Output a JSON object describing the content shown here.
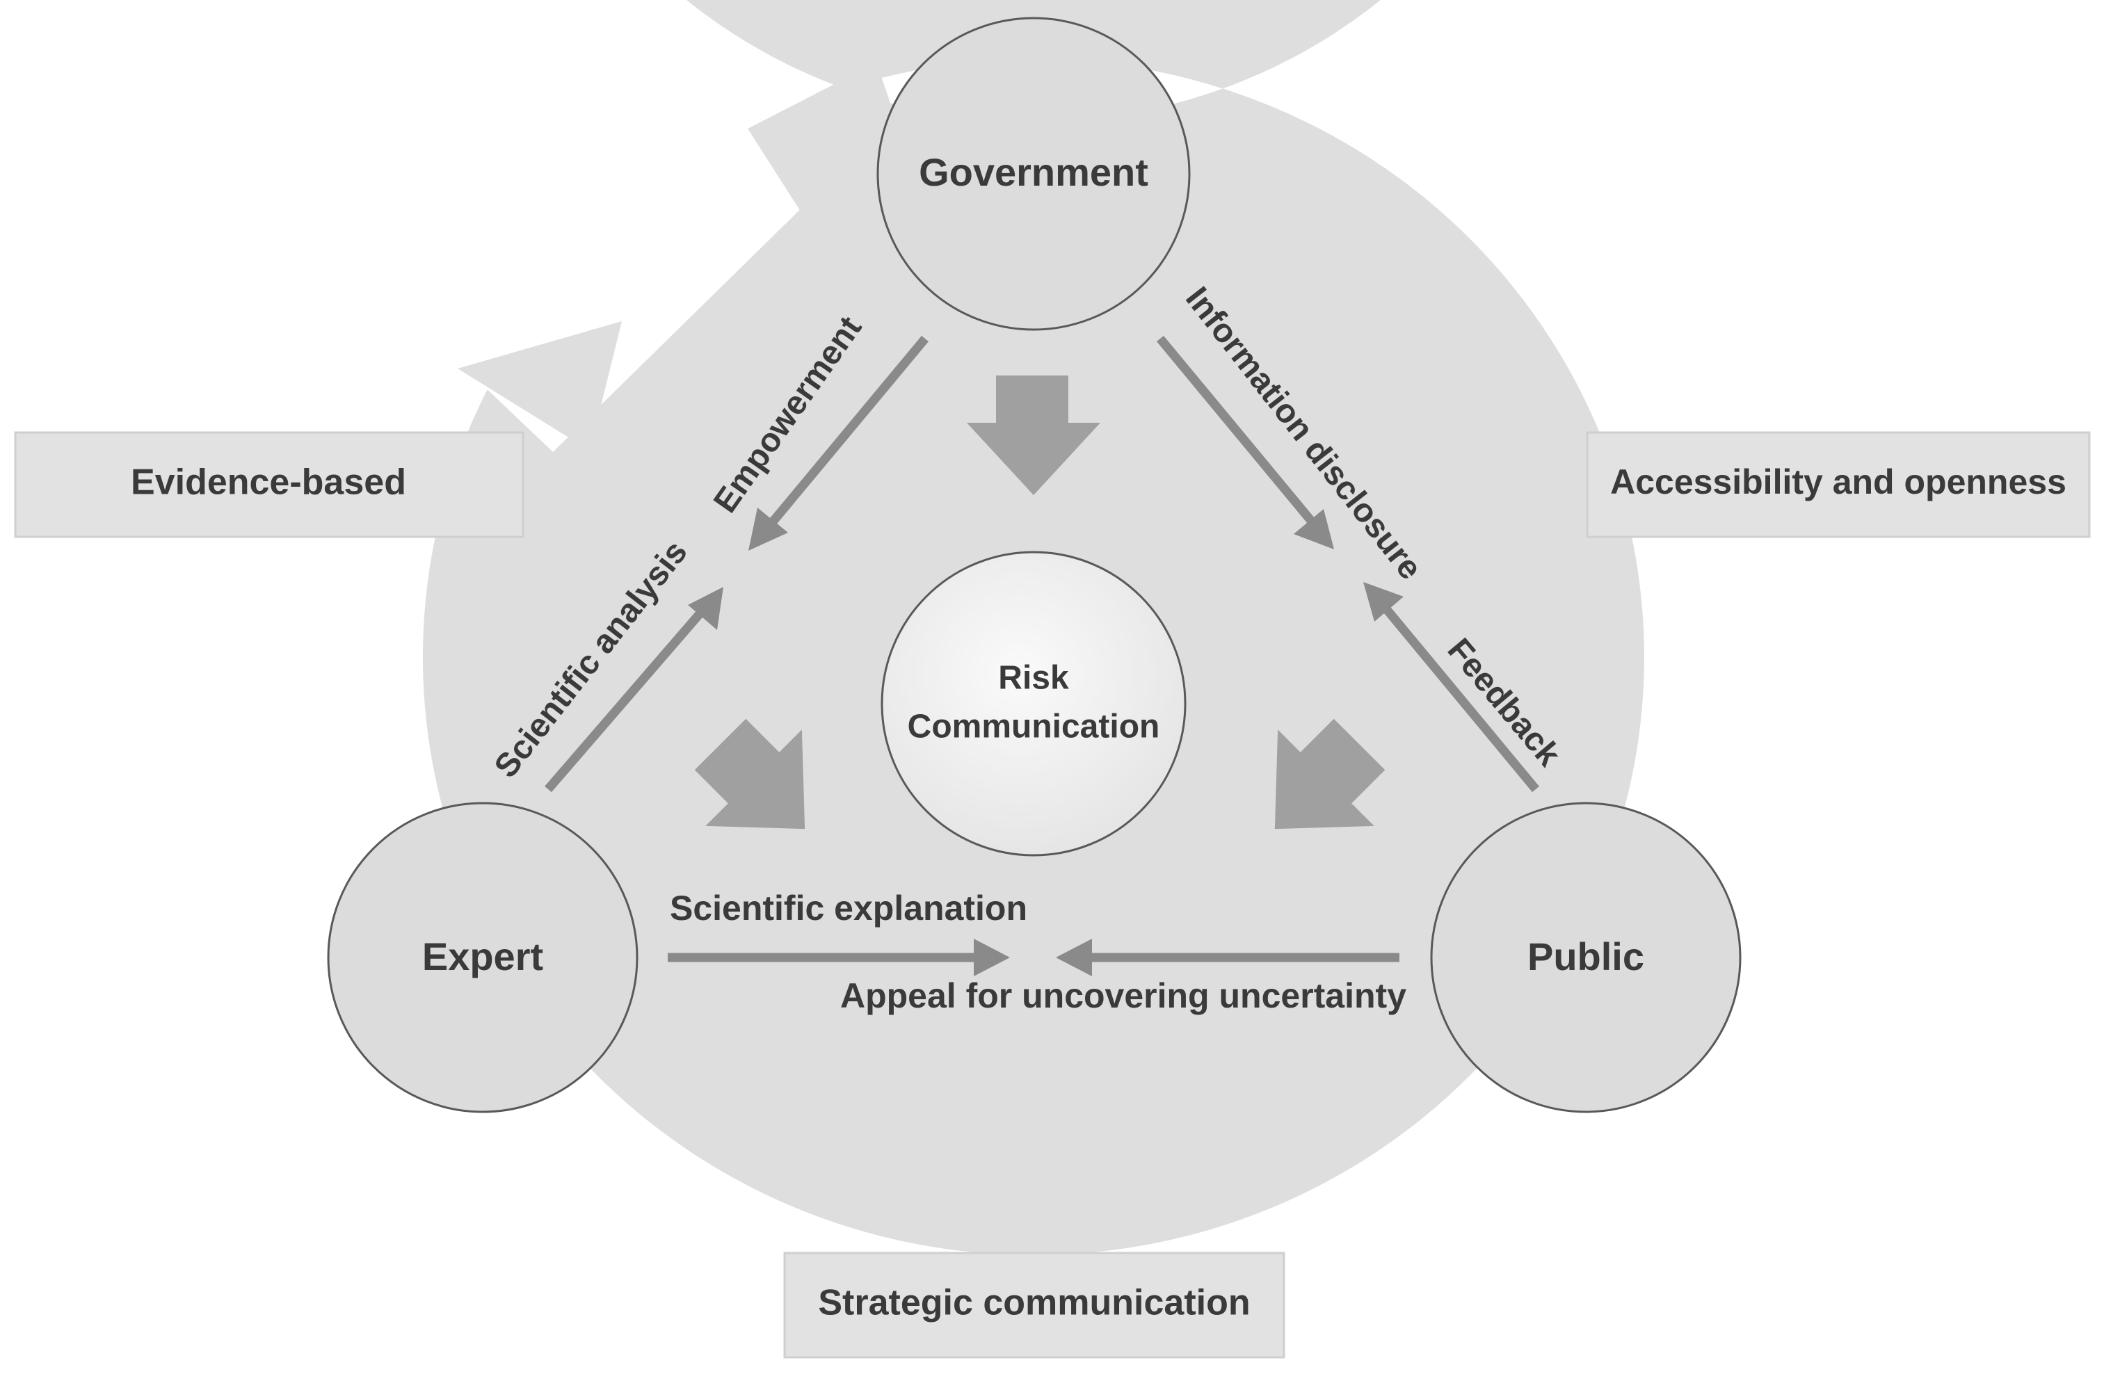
{
  "nodes": {
    "government": "Government",
    "expert": "Expert",
    "public": "Public",
    "center_line1": "Risk",
    "center_line2": "Communication"
  },
  "principles": {
    "evidence_based": "Evidence-based",
    "accessibility": "Accessibility and openness",
    "strategic": "Strategic communication"
  },
  "flows": {
    "empowerment": "Empowerment",
    "information_disclosure": "Information disclosure",
    "scientific_analysis": "Scientific analysis",
    "feedback": "Feedback",
    "scientific_explanation": "Scientific explanation",
    "appeal_uncertainty": "Appeal for uncovering uncertainty"
  },
  "colors": {
    "ring": "#dedede",
    "node_fill": "#dcdcdc",
    "center_fill": "#f0f0f0",
    "arrow": "#8a8a8a",
    "block_arrow": "#a0a0a0",
    "text": "#3a3a3a"
  }
}
